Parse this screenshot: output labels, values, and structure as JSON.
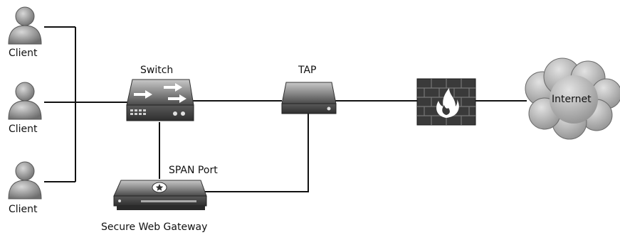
{
  "clients": [
    {
      "label": "Client"
    },
    {
      "label": "Client"
    },
    {
      "label": "Client"
    }
  ],
  "switch": {
    "label": "Switch"
  },
  "tap": {
    "label": "TAP"
  },
  "span_port": {
    "label": "SPAN Port"
  },
  "gateway": {
    "label": "Secure Web Gateway"
  },
  "firewall": {
    "label": ""
  },
  "internet": {
    "label": "Internet"
  },
  "colors": {
    "line": "#111111",
    "device_dark": "#4a4a4a",
    "device_light": "#9a9a9a",
    "cloud": "#a8a8a8",
    "firewall_brick": "#3a3a3a",
    "flame": "#ffffff"
  }
}
